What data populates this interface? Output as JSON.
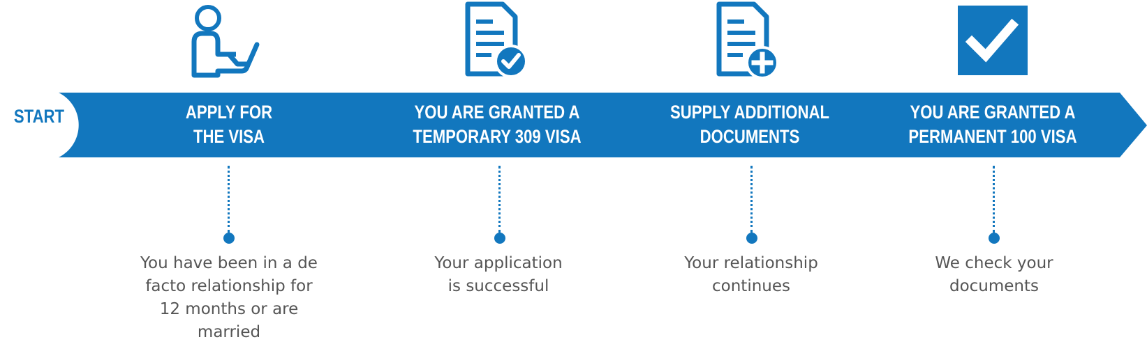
{
  "start_label": "START",
  "colors": {
    "accent": "#1277be",
    "text": "#555555",
    "banner_text": "#ffffff"
  },
  "steps": [
    {
      "icon": "person-at-desk-icon",
      "title": "APPLY FOR\nTHE VISA",
      "description": "You have been in a de\nfacto relationship for\n12 months or are\nmarried"
    },
    {
      "icon": "document-check-icon",
      "title": "YOU ARE GRANTED A\nTEMPORARY 309 VISA",
      "description": "Your application\nis successful"
    },
    {
      "icon": "document-plus-icon",
      "title": "SUPPLY ADDITIONAL\nDOCUMENTS",
      "description": "Your relationship\ncontinues"
    },
    {
      "icon": "checkbox-checked-icon",
      "title": "YOU ARE GRANTED A\nPERMANENT 100 VISA",
      "description": "We check your\ndocuments"
    }
  ]
}
